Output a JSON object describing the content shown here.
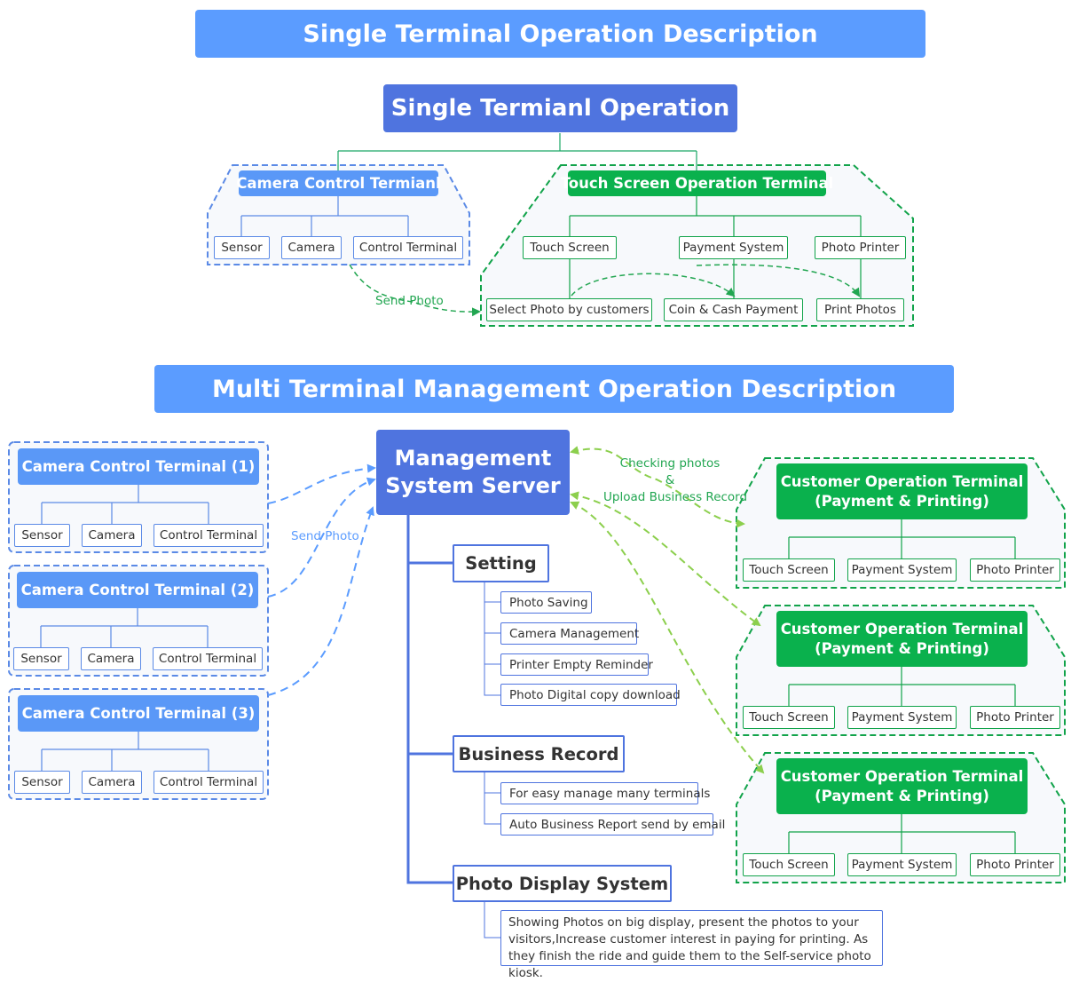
{
  "titles": {
    "single_banner": "Single Terminal Operation Description",
    "single_root": "Single Termianl Operation",
    "multi_banner": "Multi Terminal Management Operation Description"
  },
  "single": {
    "camera_terminal": {
      "title": "Camera Control Termianl",
      "children": [
        "Sensor",
        "Camera",
        "Control Terminal"
      ]
    },
    "touch_terminal": {
      "title": "Touch Screen Operation Terminal",
      "children": [
        "Touch Screen",
        "Payment System",
        "Photo Printer"
      ],
      "functions": [
        "Select Photo by customers",
        "Coin & Cash Payment",
        "Print Photos"
      ]
    },
    "send_photo_label": "Send Photo"
  },
  "multi": {
    "server": {
      "line1": "Management",
      "line2": "System Server"
    },
    "camera_terminals": [
      {
        "title": "Camera Control Terminal (1)",
        "children": [
          "Sensor",
          "Camera",
          "Control Terminal"
        ]
      },
      {
        "title": "Camera Control Terminal (2)",
        "children": [
          "Sensor",
          "Camera",
          "Control Terminal"
        ]
      },
      {
        "title": "Camera Control Terminal (3)",
        "children": [
          "Sensor",
          "Camera",
          "Control Terminal"
        ]
      }
    ],
    "send_photo_label": "Send Photo",
    "checking_label": {
      "line1": "Checking photos",
      "line2": "&",
      "line3": "Upload Business Record"
    },
    "customer_terminals": [
      {
        "line1": "Customer Operation Terminal",
        "line2": "(Payment & Printing)",
        "children": [
          "Touch Screen",
          "Payment System",
          "Photo Printer"
        ]
      },
      {
        "line1": "Customer Operation Terminal",
        "line2": "(Payment & Printing)",
        "children": [
          "Touch Screen",
          "Payment System",
          "Photo Printer"
        ]
      },
      {
        "line1": "Customer Operation Terminal",
        "line2": "(Payment & Printing)",
        "children": [
          "Touch Screen",
          "Payment System",
          "Photo Printer"
        ]
      }
    ],
    "sections": [
      {
        "title": "Setting",
        "items": [
          "Photo Saving",
          "Camera Management",
          "Printer Empty Reminder",
          "Photo Digital copy download"
        ]
      },
      {
        "title": "Business Record",
        "items": [
          "For easy manage many terminals",
          "Auto Business Report send by email"
        ]
      },
      {
        "title": "Photo Display System",
        "items": [
          "Showing Photos on big display, present the photos to your visitors,Increase customer interest in paying for printing. As they finish the ride and guide them to the Self-service photo kiosk."
        ]
      }
    ]
  },
  "colors": {
    "banner": "#5b9cff",
    "server": "#4f74df",
    "camera_blue": "#5a98f7",
    "customer_green": "#0ab14d",
    "arrow_light_green": "#8ccf4d"
  }
}
